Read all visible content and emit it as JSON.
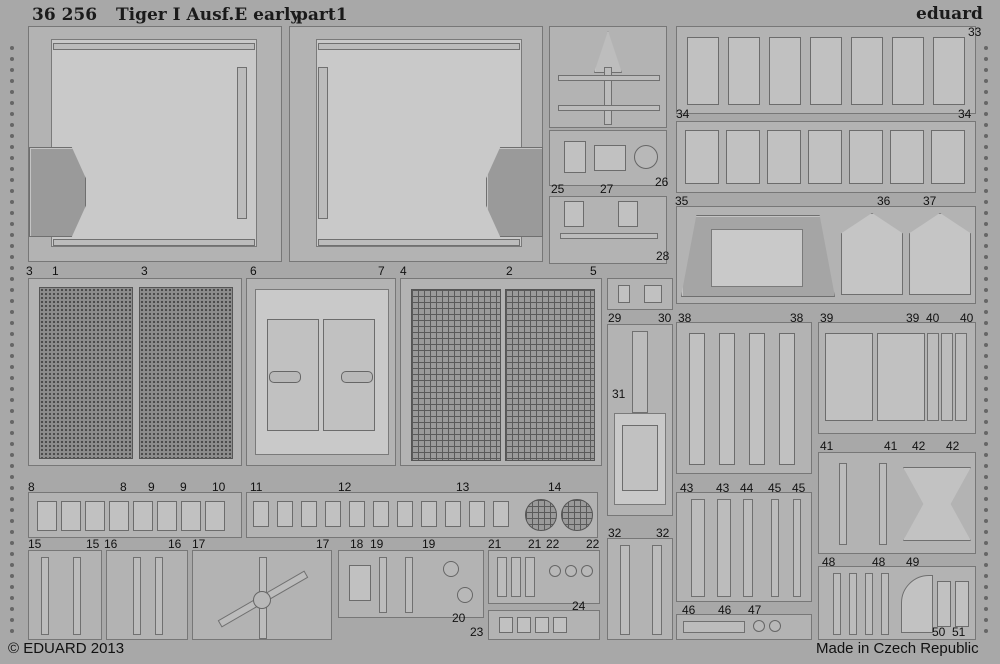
{
  "header": {
    "product_no": "36 256",
    "title": "Tiger I Ausf.E early",
    "part": "part1",
    "brand": "eduard"
  },
  "footer": {
    "copyright": "© EDUARD 2013",
    "origin": "Made in Czech Republic"
  },
  "part_labels": [
    "1",
    "2",
    "3",
    "3",
    "4",
    "5",
    "6",
    "7",
    "8",
    "8",
    "9",
    "9",
    "10",
    "11",
    "12",
    "13",
    "14",
    "15",
    "15",
    "16",
    "16",
    "17",
    "17",
    "18",
    "19",
    "19",
    "20",
    "21",
    "21",
    "22",
    "22",
    "23",
    "24",
    "25",
    "26",
    "27",
    "28",
    "29",
    "30",
    "31",
    "32",
    "32",
    "33",
    "34",
    "34",
    "35",
    "36",
    "37",
    "38",
    "38",
    "39",
    "39",
    "40",
    "40",
    "41",
    "41",
    "42",
    "42",
    "43",
    "43",
    "44",
    "45",
    "45",
    "46",
    "46",
    "47",
    "48",
    "48",
    "49",
    "50",
    "51"
  ]
}
